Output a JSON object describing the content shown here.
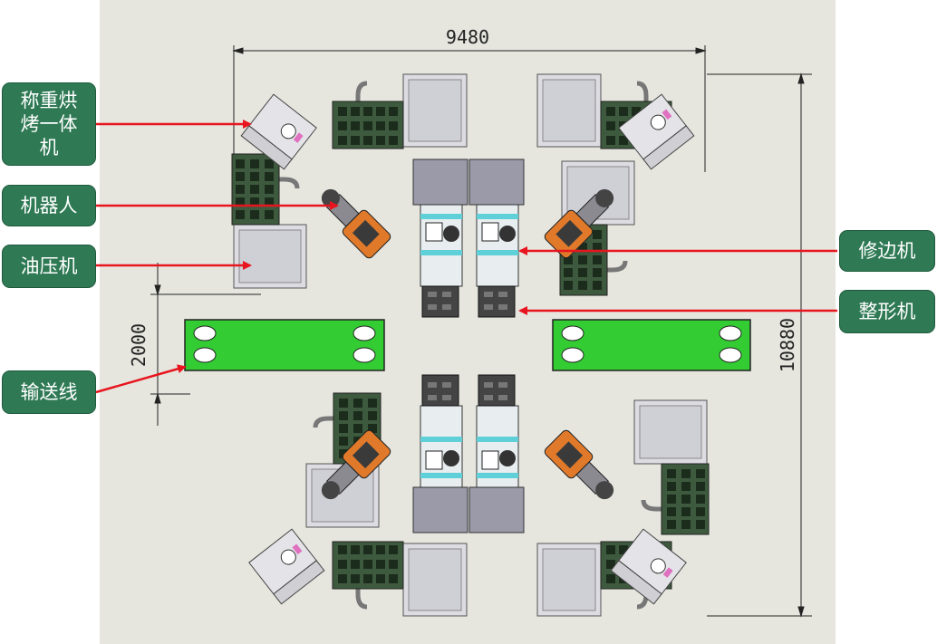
{
  "dimensions": {
    "width": "9480",
    "height": "10880",
    "gap": "2000"
  },
  "labels": {
    "weighing_oven": "称重烘烤一体机",
    "robot": "机器人",
    "hydraulic_press": "油压机",
    "conveyor": "输送线",
    "trimming": "修边机",
    "shaping": "整形机"
  },
  "colors": {
    "background": "#e6e6df",
    "label_bg": "#2f7a55",
    "arrow": "#e8141e",
    "conveyor": "#33cc33",
    "press": "#3e5a3e",
    "robot": "#e07a2a",
    "machine_gray": "#d8d8de",
    "trim_blue": "#5fd0d8"
  }
}
